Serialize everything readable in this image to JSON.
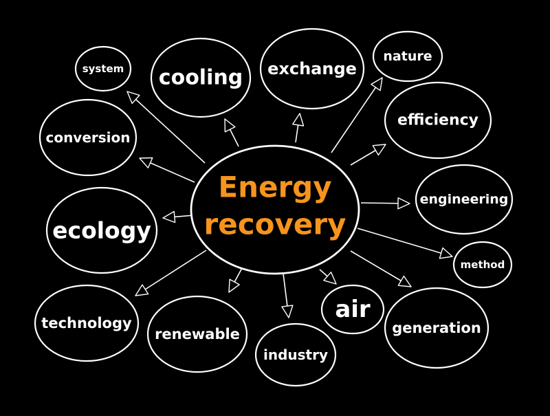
{
  "center": {
    "title_line1": "Energy",
    "title_line2": "recovery",
    "color": "#f7941d"
  },
  "nodes": [
    {
      "id": "system",
      "label": "system"
    },
    {
      "id": "cooling",
      "label": "cooling"
    },
    {
      "id": "exchange",
      "label": "exchange"
    },
    {
      "id": "nature",
      "label": "nature"
    },
    {
      "id": "efficiency",
      "label": "efficiency"
    },
    {
      "id": "conversion",
      "label": "conversion"
    },
    {
      "id": "engineering",
      "label": "engineering"
    },
    {
      "id": "ecology",
      "label": "ecology"
    },
    {
      "id": "method",
      "label": "method"
    },
    {
      "id": "technology",
      "label": "technology"
    },
    {
      "id": "renewable",
      "label": "renewable"
    },
    {
      "id": "industry",
      "label": "industry"
    },
    {
      "id": "air",
      "label": "air"
    },
    {
      "id": "generation",
      "label": "generation"
    }
  ],
  "colors": {
    "background": "#000000",
    "stroke": "#ffffff",
    "accent": "#f7941d"
  }
}
